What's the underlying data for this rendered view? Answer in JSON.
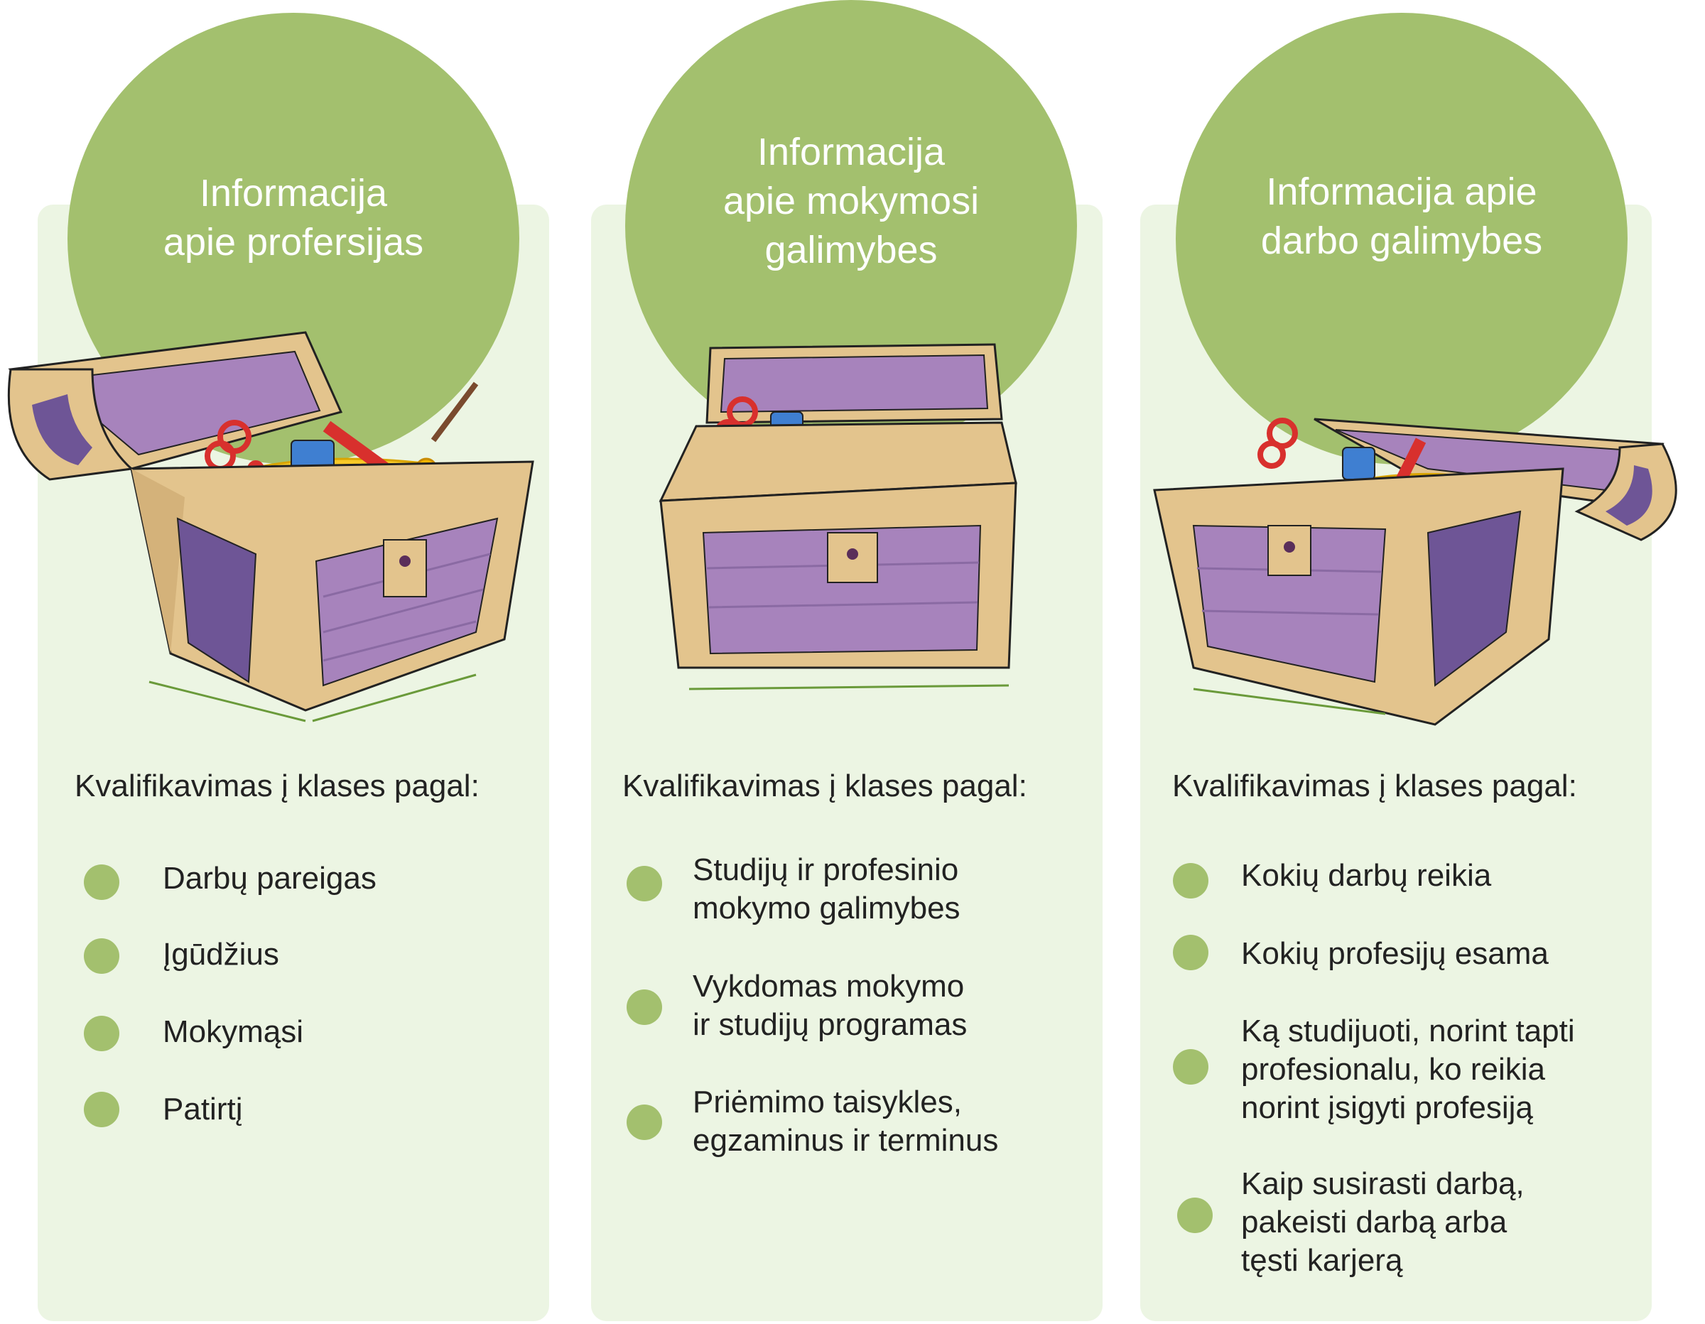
{
  "columns": [
    {
      "title": "Informacija\napie profersijas",
      "subtitle": "Kvalifikavimas į klases pagal:",
      "items": [
        "Darbų pareigas",
        "Įgūdžius",
        "Mokymąsi",
        "Patirtį"
      ]
    },
    {
      "title": "Informacija\napie mokymosi\ngalimybes",
      "subtitle": "Kvalifikavimas į klases pagal:",
      "items": [
        "Studijų ir profesinio\nmokymo galimybes",
        "Vykdomas mokymo\nir studijų programas",
        "Priėmimo taisykles,\negzaminus ir terminus"
      ]
    },
    {
      "title": "Informacija apie\ndarbo galimybes",
      "subtitle": "Kvalifikavimas į klases pagal:",
      "items": [
        "Kokių darbų reikia",
        "Kokių profesijų esama",
        "Ką studijuoti, norint tapti\nprofesionalu, ko reikia\nnorint įsigyti profesiją",
        "Kaip susirasti darbą,\npakeisti darbą arba\ntęsti karjerą"
      ]
    }
  ],
  "colors": {
    "panel": "#ecf5e3",
    "accent_green": "#a3c06e",
    "chest_wood": "#e3c48d",
    "chest_purple": "#a783bc",
    "gold": "#f7c928"
  },
  "icons": [
    "treasure-chest-icon"
  ]
}
